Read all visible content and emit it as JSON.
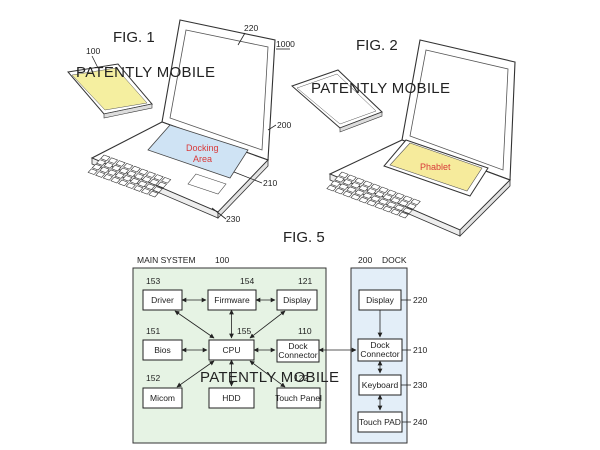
{
  "figures": {
    "fig1_label": "FIG. 1",
    "fig2_label": "FIG. 2",
    "fig5_label": "FIG. 5"
  },
  "watermark": "PATENTLY MOBILE",
  "fig1": {
    "docking_area_line1": "Docking",
    "docking_area_line2": "Area",
    "refs": {
      "phone": "100",
      "screen": "220",
      "system": "1000",
      "hinge": "200",
      "dock": "210",
      "base": "230"
    }
  },
  "fig2": {
    "phablet_label": "Phablet"
  },
  "fig5": {
    "main_system": {
      "title": "MAIN SYSTEM",
      "ref": "100",
      "blocks": [
        {
          "id": "driver",
          "label": "Driver",
          "ref": "153"
        },
        {
          "id": "firmware",
          "label": "Firmware",
          "ref": "154"
        },
        {
          "id": "display",
          "label": "Display",
          "ref": "121"
        },
        {
          "id": "bios",
          "label": "Bios",
          "ref": "151"
        },
        {
          "id": "cpu",
          "label": "CPU",
          "ref": "155"
        },
        {
          "id": "dock-connector",
          "label_line1": "Dock",
          "label_line2": "Connector",
          "ref": "110"
        },
        {
          "id": "micom",
          "label": "Micom",
          "ref": "152"
        },
        {
          "id": "hdd",
          "label": "HDD",
          "ref": ""
        },
        {
          "id": "touch-panel",
          "label": "Touch Panel",
          "ref": "122"
        }
      ]
    },
    "dock": {
      "title": "DOCK",
      "ref": "200",
      "blocks": [
        {
          "id": "dock-display",
          "label": "Display",
          "ref": "220"
        },
        {
          "id": "dock-dock-connector",
          "label_line1": "Dock",
          "label_line2": "Connector",
          "ref": "210"
        },
        {
          "id": "keyboard",
          "label": "Keyboard",
          "ref": "230"
        },
        {
          "id": "touch-pad",
          "label": "Touch PAD",
          "ref": "240"
        }
      ]
    }
  },
  "colors": {
    "main_system_fill": "#e6f3e4",
    "dock_fill": "#e3eef8",
    "phone_screen": "#f5efa0",
    "docking_area": "#cfe3f4",
    "phablet_area": "#f6eb9c",
    "annotation_red": "#d83a3a"
  }
}
